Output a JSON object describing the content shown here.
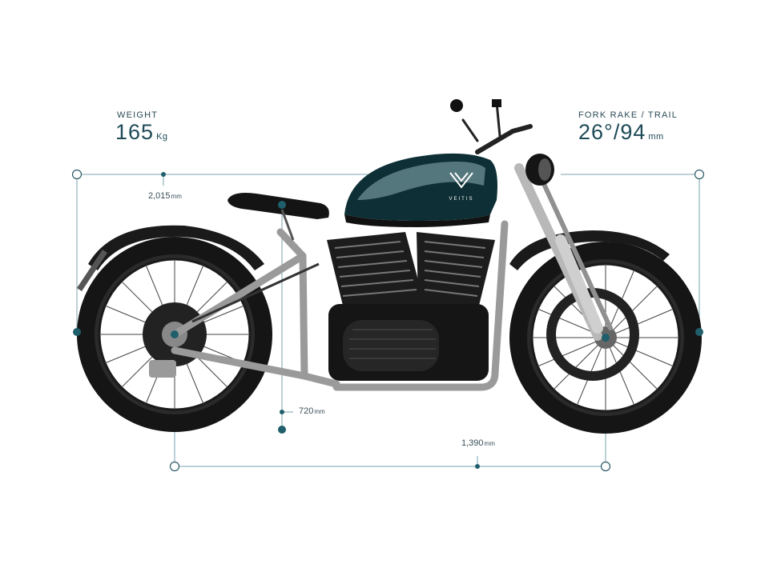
{
  "weight": {
    "label": "WEIGHT",
    "value": "165",
    "unit": "Kg"
  },
  "fork": {
    "label": "FORK RAKE / TRAIL",
    "value": "26°/94",
    "unit": "mm"
  },
  "dimensions": {
    "length": {
      "value": "2,015",
      "unit": "mm"
    },
    "seat_height": {
      "value": "720",
      "unit": "mm"
    },
    "wheelbase": {
      "value": "1,390",
      "unit": "mm"
    }
  },
  "brand": {
    "tank_text": "VEITIS"
  },
  "colors": {
    "accent": "#1f5f6b",
    "dim_line": "#7aa3ad",
    "tank": "#0d2f35",
    "frame": "#9a9a9a",
    "black": "#111111"
  },
  "icons": {
    "logo": "v-chevron-logo-icon"
  }
}
